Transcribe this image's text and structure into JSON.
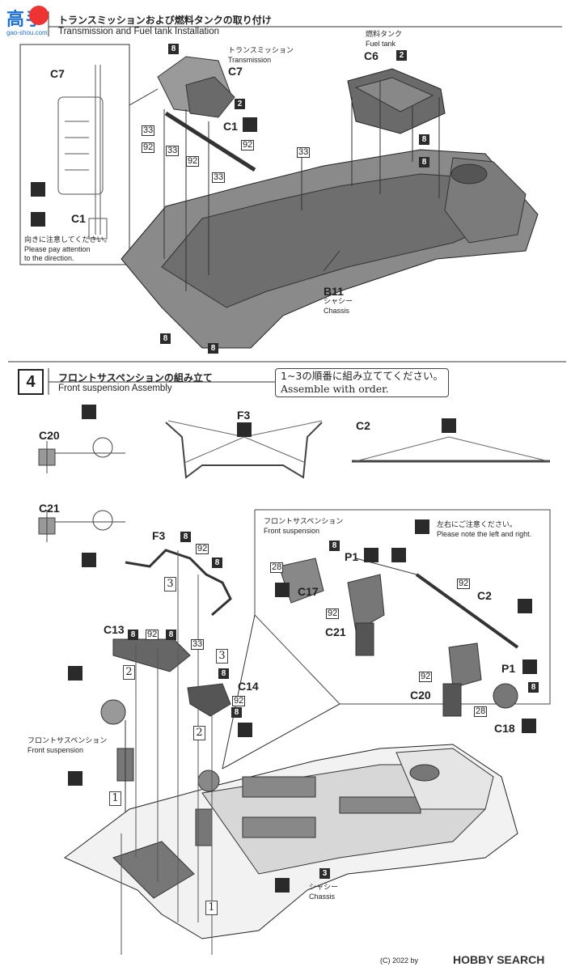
{
  "header": {
    "logo_text": "高手",
    "logo_url": "gao-shou.com"
  },
  "step3": {
    "title_jp": "トランスミッションおよび燃料タンクの取り付け",
    "title_en": "Transmission and Fuel tank Installation",
    "transmission_jp": "トランスミッション",
    "transmission_en": "Transmission",
    "fueltank_jp": "燃料タンク",
    "fueltank_en": "Fuel tank",
    "chassis_jp": "シャシー",
    "chassis_en": "Chassis",
    "attention_jp": "向きに注意してください。",
    "attention_en1": "Please pay attention",
    "attention_en2": "to the direction."
  },
  "step4": {
    "number": "4",
    "title_jp": "フロントサスペンションの組み立て",
    "title_en": "Front suspension Assembly",
    "order_jp": "1~3の順番に組み立ててください。",
    "order_en": "Assemble with order.",
    "fs_jp": "フロントサスペンション",
    "fs_en": "Front suspension",
    "lr_jp": "左右にご注意ください。",
    "lr_en": "Please note the left and right.",
    "chassis_num": "3",
    "chassis_jp": "シャシー",
    "chassis_en": "Chassis"
  },
  "parts": {
    "C7": "C7",
    "C1": "C1",
    "C6": "C6",
    "B11": "B11",
    "C20": "C20",
    "C21": "C21",
    "F3": "F3",
    "C2": "C2",
    "C13": "C13",
    "C14": "C14",
    "C17": "C17",
    "C18": "C18",
    "P1": "P1"
  },
  "badges": {
    "b8": "8",
    "b2": "2",
    "b33": "33",
    "b92": "92",
    "b28": "28"
  },
  "order": {
    "o1": "1",
    "o2": "2",
    "o3": "3"
  },
  "footer": {
    "copyright": "(C) 2022 by",
    "brand": "HOBBY SEARCH"
  }
}
